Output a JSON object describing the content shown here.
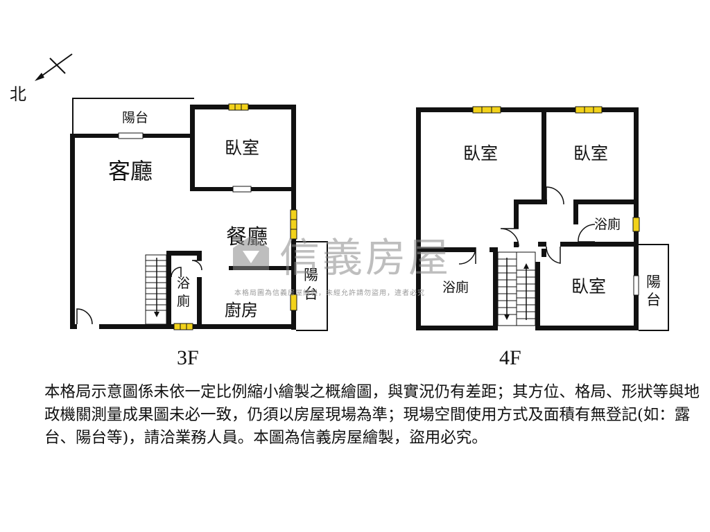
{
  "compass": {
    "north_label": "北",
    "icon": "north-arrow-icon"
  },
  "floors": [
    {
      "id": "3f",
      "label": "3F",
      "rooms": {
        "balcony_top": "陽台",
        "bedroom": "臥室",
        "living_room": "客廳",
        "dining_room": "餐廳",
        "bathroom": "浴\n廁",
        "kitchen": "廚房",
        "balcony_right": "陽\n台"
      }
    },
    {
      "id": "4f",
      "label": "4F",
      "rooms": {
        "bedroom_left": "臥室",
        "bedroom_right": "臥室",
        "bathroom_right": "浴廁",
        "bathroom_left": "浴廁",
        "bedroom_bottom": "臥室",
        "balcony": "陽\n台"
      }
    }
  ],
  "watermark": {
    "brand": "信義房屋",
    "notice": "本格局圖為信義房屋繪製，未經允許請勿盜用，違者必究"
  },
  "disclaimer": "本格局示意圖係未依一定比例縮小繪製之概繪圖，與實況仍有差距；其方位、格局、形狀等與地政機關測量成果圖未必一致，仍須以房屋現場為準；現場空間使用方式及面積有無登記(如：露台、陽台等)，請洽業務人員。本圖為信義房屋繪製，盜用必究。",
  "colors": {
    "wall": "#111111",
    "window": "#f2d21b",
    "watermark": "#9a9a9a"
  }
}
